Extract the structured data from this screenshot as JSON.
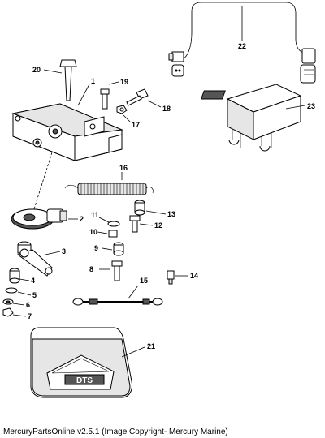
{
  "diagram": {
    "callouts": {
      "c1": "1",
      "c2": "2",
      "c3": "3",
      "c4": "4",
      "c5": "5",
      "c6": "6",
      "c7": "7",
      "c8": "8",
      "c9": "9",
      "c10": "10",
      "c11": "11",
      "c12": "12",
      "c13": "13",
      "c14": "14",
      "c15": "15",
      "c16": "16",
      "c17": "17",
      "c18": "18",
      "c19": "19",
      "c20": "20",
      "c21": "21",
      "c22": "22",
      "c23": "23"
    },
    "cover_logo_text": "DTS"
  },
  "caption": "MercuryPartsOnline v2.5.1 (Image Copyright- Mercury Marine)"
}
